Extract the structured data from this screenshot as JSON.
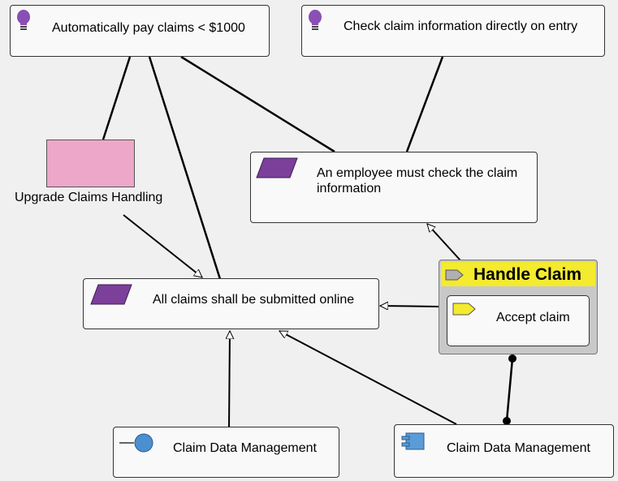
{
  "nodes": {
    "auto_pay": {
      "label": "Automatically pay claims < $1000",
      "icon": "lightbulb-icon"
    },
    "check_entry": {
      "label": "Check claim information directly on entry",
      "icon": "lightbulb-icon"
    },
    "upgrade": {
      "label": "Upgrade Claims Handling",
      "icon": "work-package-icon"
    },
    "employee_check": {
      "label": "An employee must check the claim information",
      "icon": "requirement-parallelogram-icon"
    },
    "submitted_online": {
      "label": "All claims shall be submitted online",
      "icon": "requirement-parallelogram-icon"
    },
    "handle_claim": {
      "label": "Handle Claim",
      "icon": "process-arrow-icon"
    },
    "accept_claim": {
      "label": "Accept claim",
      "icon": "process-arrow-icon"
    },
    "data_mgmt_service": {
      "label": "Claim Data Management",
      "icon": "service-interface-icon"
    },
    "data_mgmt_component": {
      "label": "Claim Data Management",
      "icon": "component-icon"
    }
  },
  "colors": {
    "idea_purple": "#8a4fb5",
    "requirement_purple": "#7c3f9a",
    "process_yellow": "#f4ea2e",
    "work_package_pink": "#eda7c8",
    "service_blue": "#4a8fd0",
    "component_blue": "#5a9bd8"
  }
}
